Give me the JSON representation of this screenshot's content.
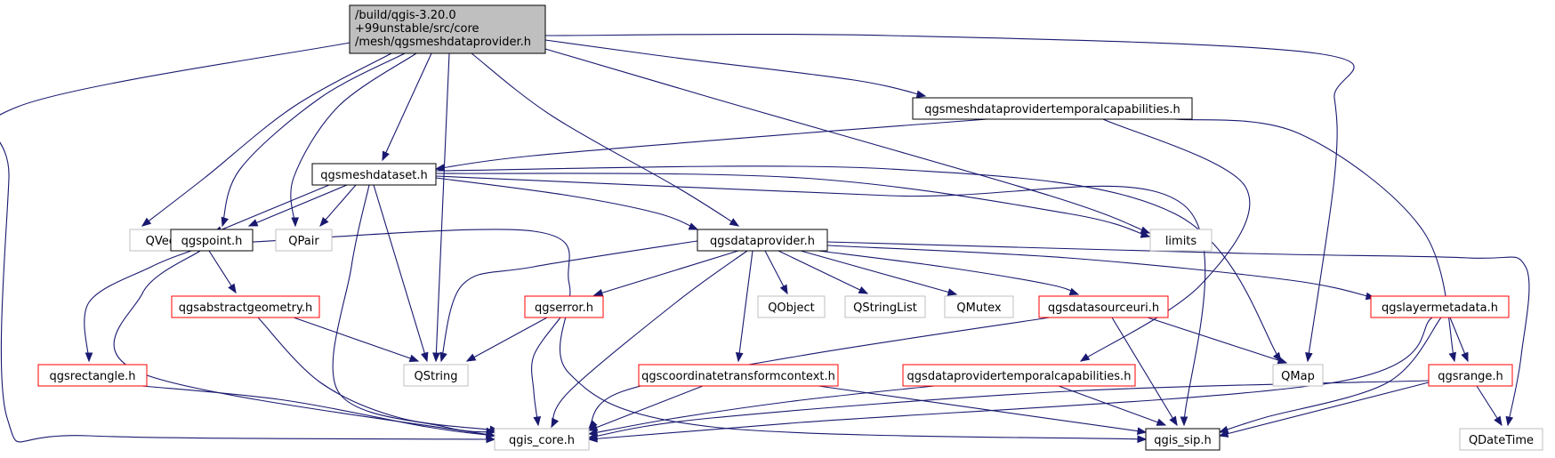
{
  "diagram": {
    "title": "",
    "nodes": [
      {
        "id": "root",
        "lines": [
          "/build/qgis-3.20.0",
          "+99unstable/src/core",
          "/mesh/qgsmeshdataprovider.h"
        ],
        "style": "root"
      },
      {
        "id": "temporalcap",
        "lines": [
          "qgsmeshdataprovidertemporalcapabilities.h"
        ],
        "style": "black"
      },
      {
        "id": "meshdataset",
        "lines": [
          "qgsmeshdataset.h"
        ],
        "style": "black"
      },
      {
        "id": "qvector",
        "lines": [
          "QVector"
        ],
        "style": "gray"
      },
      {
        "id": "qgspoint",
        "lines": [
          "qgspoint.h"
        ],
        "style": "black"
      },
      {
        "id": "qpair",
        "lines": [
          "QPair"
        ],
        "style": "gray"
      },
      {
        "id": "dataprovider",
        "lines": [
          "qgsdataprovider.h"
        ],
        "style": "black"
      },
      {
        "id": "limits",
        "lines": [
          "limits"
        ],
        "style": "gray"
      },
      {
        "id": "abstractgeom",
        "lines": [
          "qgsabstractgeometry.h"
        ],
        "style": "red"
      },
      {
        "id": "qgserror",
        "lines": [
          "qgserror.h"
        ],
        "style": "red"
      },
      {
        "id": "qobject",
        "lines": [
          "QObject"
        ],
        "style": "gray"
      },
      {
        "id": "qstringlist",
        "lines": [
          "QStringList"
        ],
        "style": "gray"
      },
      {
        "id": "qmutex",
        "lines": [
          "QMutex"
        ],
        "style": "gray"
      },
      {
        "id": "datasourceuri",
        "lines": [
          "qgsdatasourceuri.h"
        ],
        "style": "red"
      },
      {
        "id": "layermetadata",
        "lines": [
          "qgslayermetadata.h"
        ],
        "style": "red"
      },
      {
        "id": "rectangle",
        "lines": [
          "qgsrectangle.h"
        ],
        "style": "red"
      },
      {
        "id": "qstring",
        "lines": [
          "QString"
        ],
        "style": "gray"
      },
      {
        "id": "coordtransform",
        "lines": [
          "qgscoordinatetransformcontext.h"
        ],
        "style": "red"
      },
      {
        "id": "dptemporalcap",
        "lines": [
          "qgsdataprovidertemporalcapabilities.h"
        ],
        "style": "red"
      },
      {
        "id": "qmap",
        "lines": [
          "QMap"
        ],
        "style": "gray"
      },
      {
        "id": "qgsrange",
        "lines": [
          "qgsrange.h"
        ],
        "style": "red"
      },
      {
        "id": "qgiscore",
        "lines": [
          "qgis_core.h"
        ],
        "style": "gray"
      },
      {
        "id": "qgissip",
        "lines": [
          "qgis_sip.h"
        ],
        "style": "black"
      },
      {
        "id": "qdatetime",
        "lines": [
          "QDateTime"
        ],
        "style": "gray"
      }
    ],
    "edges": [
      [
        "root",
        "qgiscore"
      ],
      [
        "root",
        "qvector"
      ],
      [
        "root",
        "qgspoint"
      ],
      [
        "root",
        "qpair"
      ],
      [
        "root",
        "meshdataset"
      ],
      [
        "root",
        "qstring"
      ],
      [
        "root",
        "dataprovider"
      ],
      [
        "root",
        "temporalcap"
      ],
      [
        "root",
        "limits"
      ],
      [
        "root",
        "qmap"
      ],
      [
        "temporalcap",
        "meshdataset"
      ],
      [
        "temporalcap",
        "dptemporalcap"
      ],
      [
        "temporalcap",
        "qgsrange"
      ],
      [
        "meshdataset",
        "qvector"
      ],
      [
        "meshdataset",
        "qgspoint"
      ],
      [
        "meshdataset",
        "qpair"
      ],
      [
        "meshdataset",
        "qgiscore"
      ],
      [
        "meshdataset",
        "qstring"
      ],
      [
        "meshdataset",
        "dataprovider"
      ],
      [
        "meshdataset",
        "limits"
      ],
      [
        "meshdataset",
        "qmap"
      ],
      [
        "meshdataset",
        "qgissip"
      ],
      [
        "qgspoint",
        "abstractgeom"
      ],
      [
        "qgspoint",
        "rectangle"
      ],
      [
        "qgspoint",
        "qgiscore"
      ],
      [
        "qgspoint",
        "qgissip"
      ],
      [
        "abstractgeom",
        "qstring"
      ],
      [
        "abstractgeom",
        "qgiscore"
      ],
      [
        "rectangle",
        "qgiscore"
      ],
      [
        "dataprovider",
        "qstring"
      ],
      [
        "dataprovider",
        "qgserror"
      ],
      [
        "dataprovider",
        "qgiscore"
      ],
      [
        "dataprovider",
        "coordtransform"
      ],
      [
        "dataprovider",
        "qobject"
      ],
      [
        "dataprovider",
        "qstringlist"
      ],
      [
        "dataprovider",
        "qmutex"
      ],
      [
        "dataprovider",
        "datasourceuri"
      ],
      [
        "dataprovider",
        "layermetadata"
      ],
      [
        "dataprovider",
        "qdatetime"
      ],
      [
        "qgserror",
        "qstring"
      ],
      [
        "qgserror",
        "qgiscore"
      ],
      [
        "coordtransform",
        "qgiscore"
      ],
      [
        "coordtransform",
        "qgissip"
      ],
      [
        "datasourceuri",
        "qgiscore"
      ],
      [
        "datasourceuri",
        "qgissip"
      ],
      [
        "datasourceuri",
        "qmap"
      ],
      [
        "dptemporalcap",
        "qgiscore"
      ],
      [
        "dptemporalcap",
        "qgissip"
      ],
      [
        "layermetadata",
        "qgsrange"
      ],
      [
        "layermetadata",
        "qgiscore"
      ],
      [
        "layermetadata",
        "qgissip"
      ],
      [
        "qgsrange",
        "qgiscore"
      ],
      [
        "qgsrange",
        "qgissip"
      ],
      [
        "qgsrange",
        "qdatetime"
      ]
    ],
    "colors": {
      "edge": "#191970",
      "root_fill": "#bfbfbf",
      "black_border": "#000000",
      "red_border": "#ff0000",
      "gray_border": "#bfbfbf",
      "node_fill": "#ffffff",
      "text": "#000000"
    }
  }
}
